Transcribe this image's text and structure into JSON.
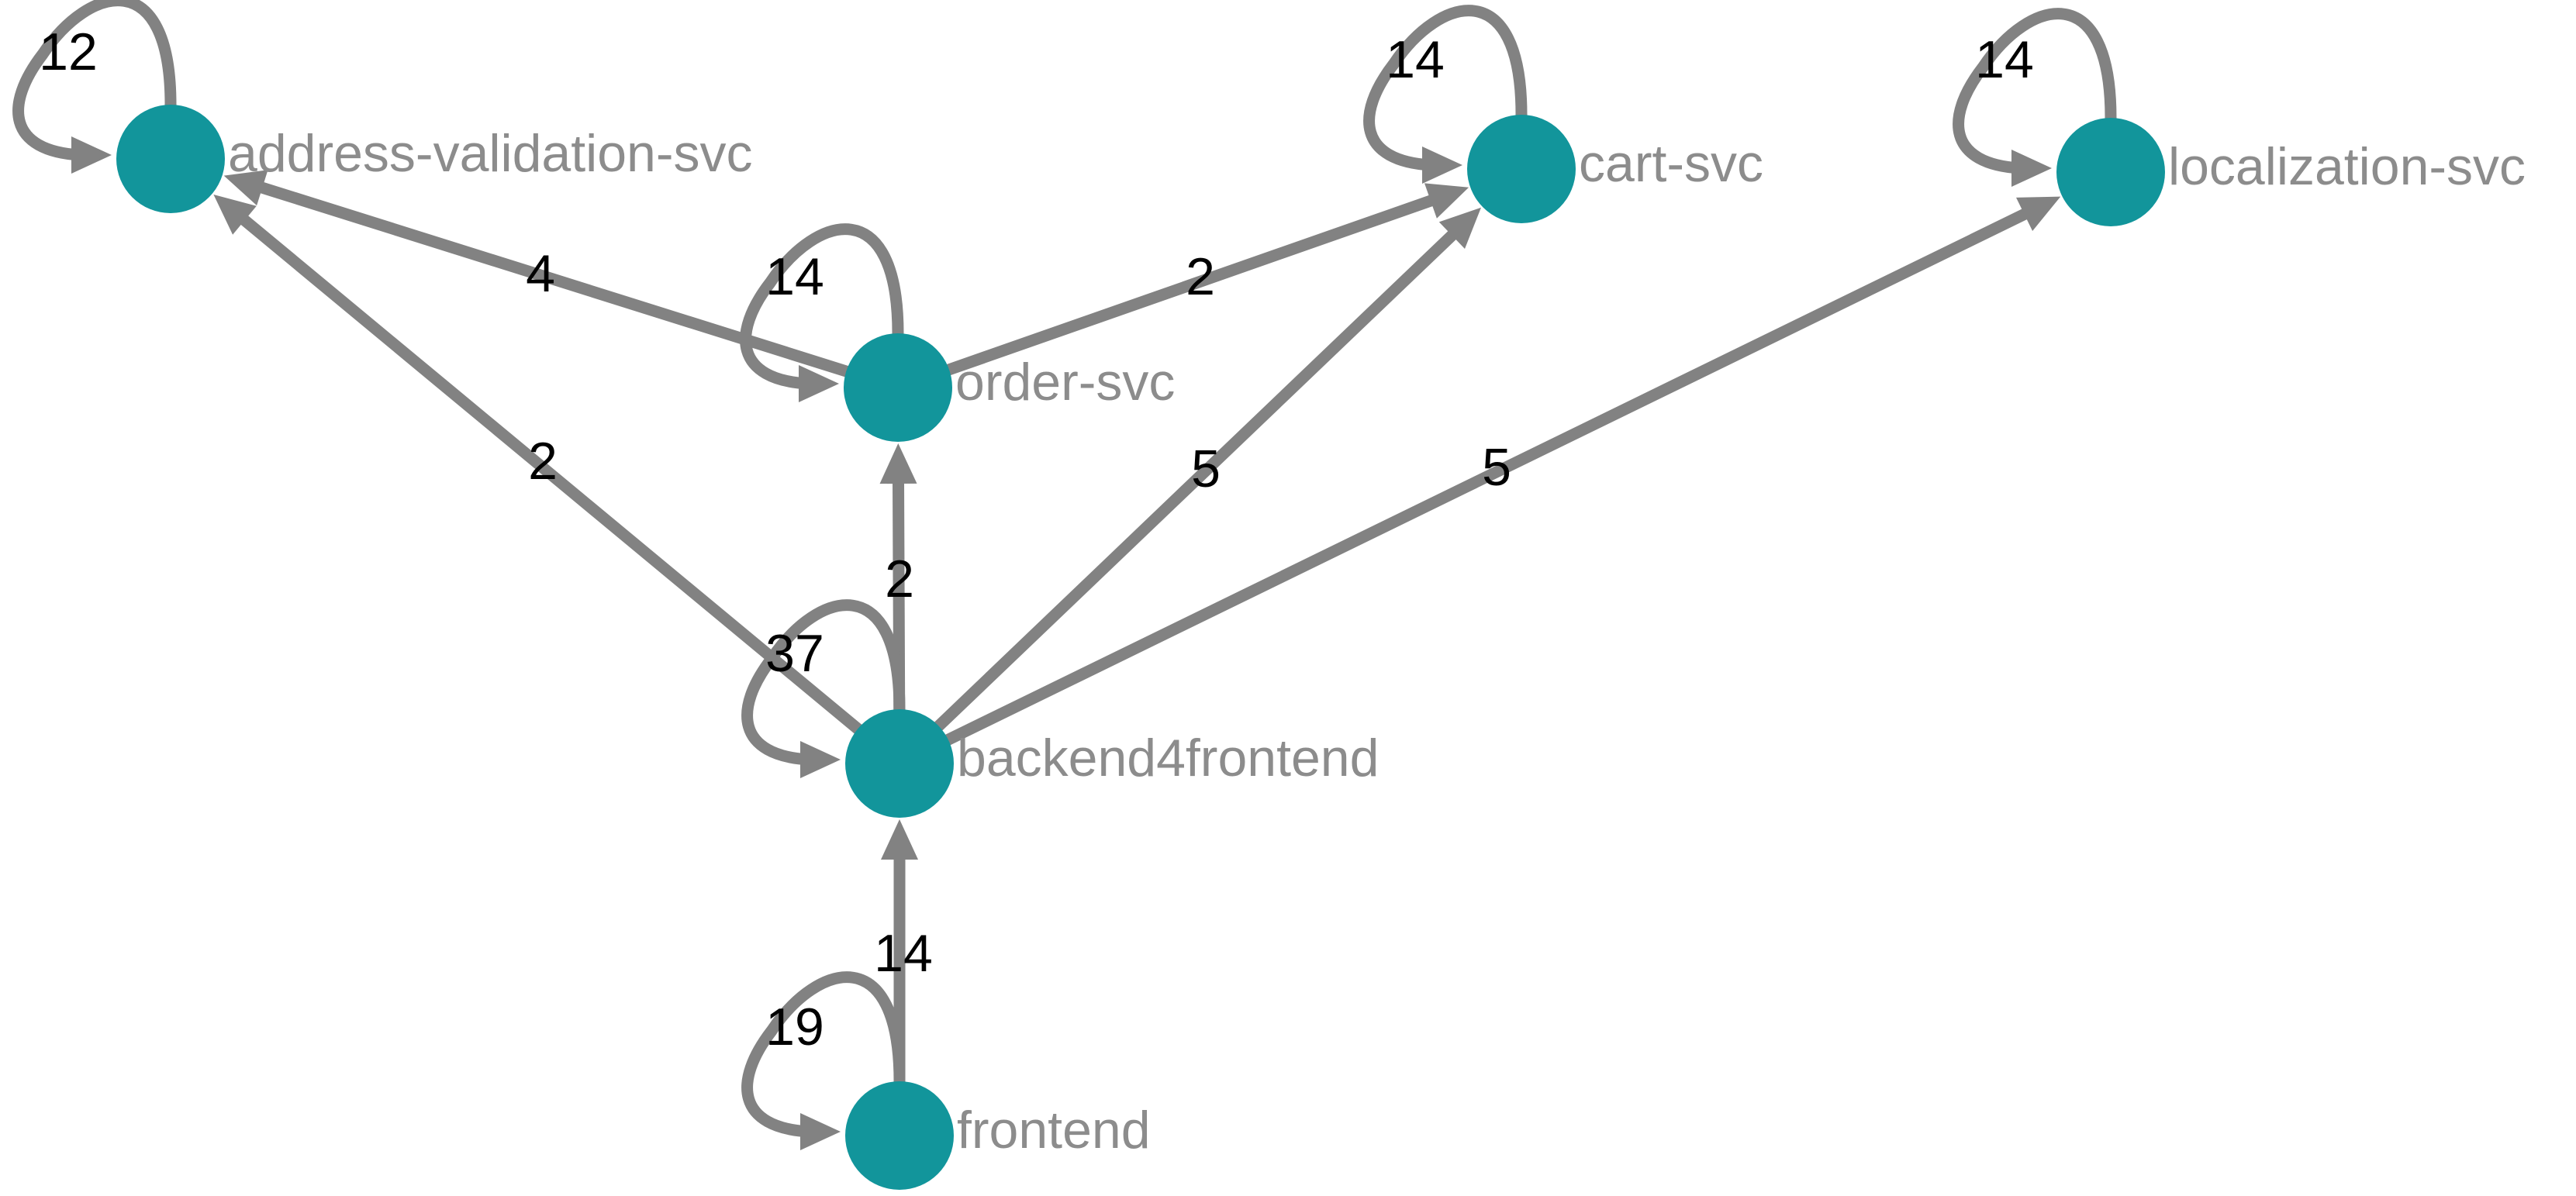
{
  "colors": {
    "node": "#12959b",
    "edge": "#828282",
    "node_label": "#8c8c8c",
    "edge_label": "#000000"
  },
  "nodes": [
    {
      "id": "address-validation-svc",
      "label": "address-validation-svc"
    },
    {
      "id": "order-svc",
      "label": "order-svc"
    },
    {
      "id": "cart-svc",
      "label": "cart-svc"
    },
    {
      "id": "localization-svc",
      "label": "localization-svc"
    },
    {
      "id": "backend4frontend",
      "label": "backend4frontend"
    },
    {
      "id": "frontend",
      "label": "frontend"
    }
  ],
  "edges": [
    {
      "from": "order-svc",
      "to": "address-validation-svc",
      "weight": "4"
    },
    {
      "from": "order-svc",
      "to": "cart-svc",
      "weight": "2"
    },
    {
      "from": "backend4frontend",
      "to": "address-validation-svc",
      "weight": "2"
    },
    {
      "from": "backend4frontend",
      "to": "order-svc",
      "weight": "2"
    },
    {
      "from": "backend4frontend",
      "to": "cart-svc",
      "weight": "5"
    },
    {
      "from": "backend4frontend",
      "to": "localization-svc",
      "weight": "5"
    },
    {
      "from": "frontend",
      "to": "backend4frontend",
      "weight": "14"
    }
  ],
  "self_loops": [
    {
      "node": "address-validation-svc",
      "weight": "12"
    },
    {
      "node": "order-svc",
      "weight": "14"
    },
    {
      "node": "cart-svc",
      "weight": "14"
    },
    {
      "node": "localization-svc",
      "weight": "14"
    },
    {
      "node": "backend4frontend",
      "weight": "37"
    },
    {
      "node": "frontend",
      "weight": "19"
    }
  ]
}
